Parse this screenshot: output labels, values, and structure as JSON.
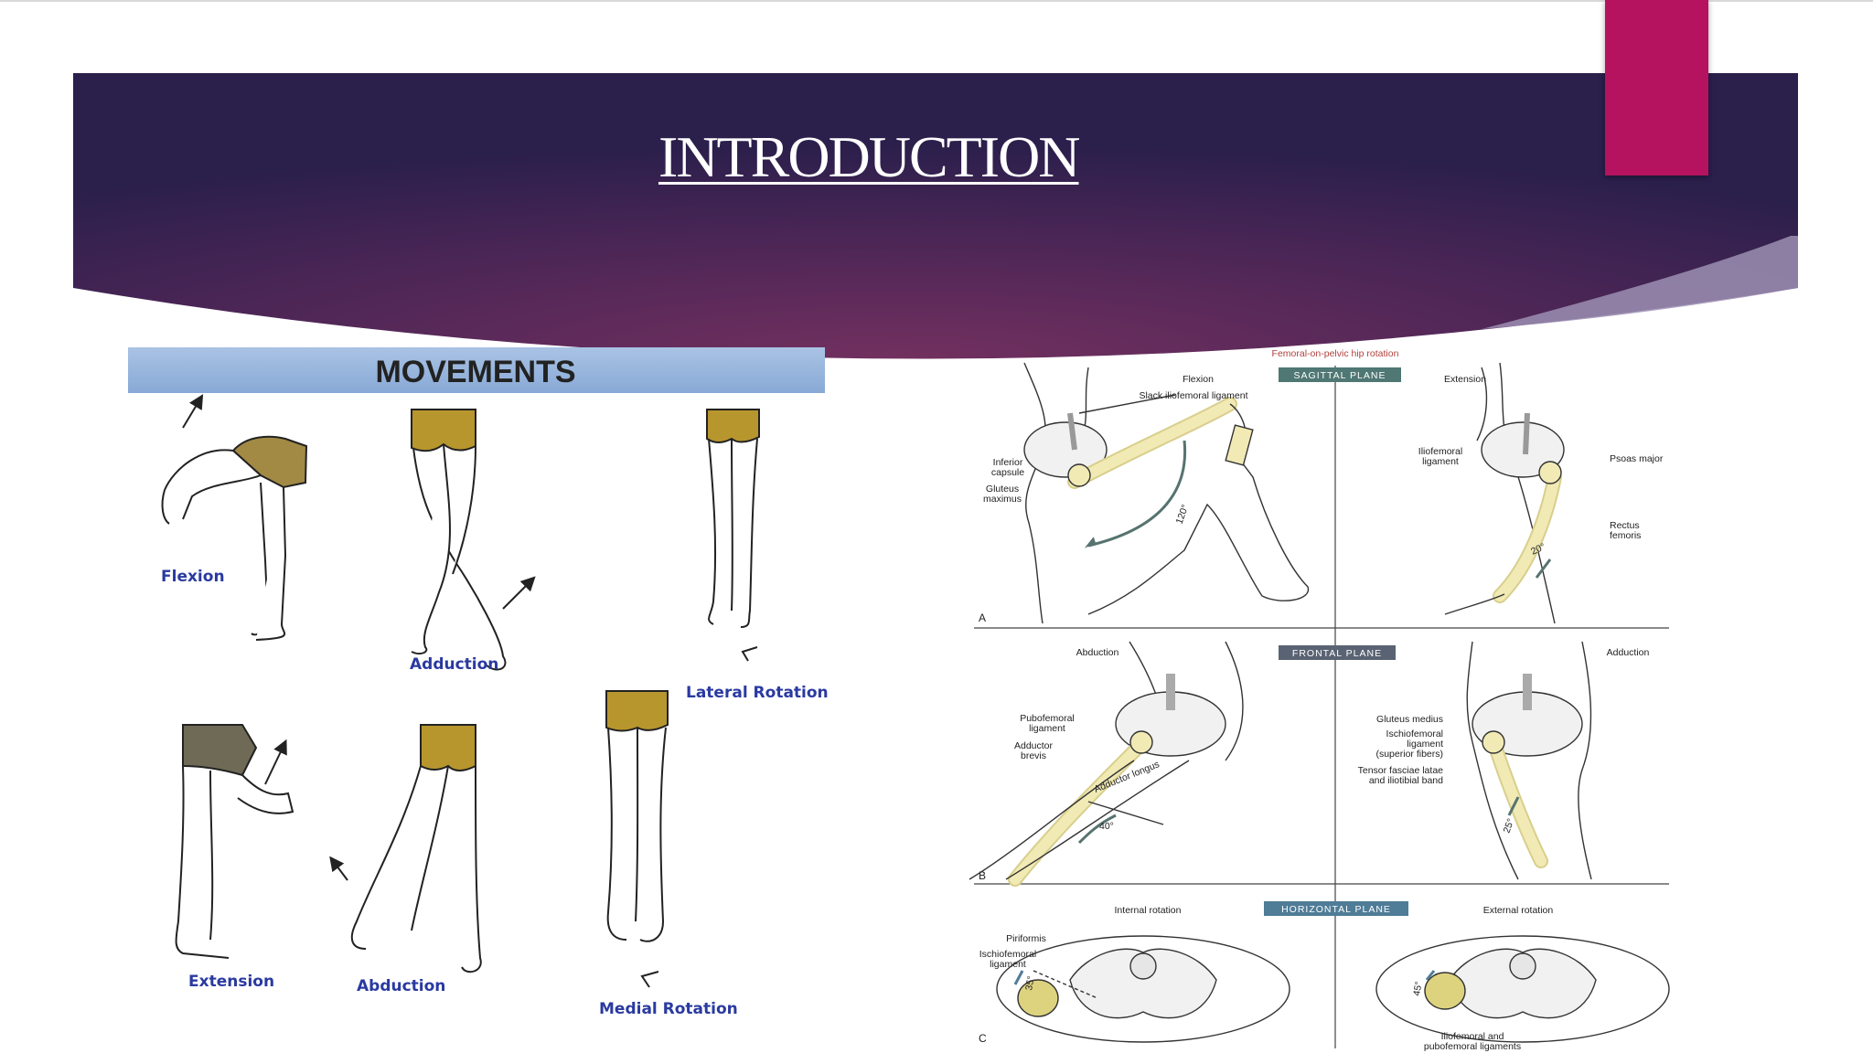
{
  "slide": {
    "title": "INTRODUCTION",
    "colors": {
      "banner_dark": "#2b1f4c",
      "banner_mid": "#6b2c63",
      "accent_tab": "#b5135f",
      "movement_label": "#2a3aa0",
      "bone": "#f1eab5",
      "shorts": "#b8962e"
    }
  },
  "movements_figure": {
    "header": "MOVEMENTS",
    "labels": {
      "flexion": "Flexion",
      "adduction": "Adduction",
      "lateral_rotation": "Lateral Rotation",
      "extension": "Extension",
      "abduction": "Abduction",
      "medial_rotation": "Medial Rotation"
    }
  },
  "hip_rotation_figure": {
    "title": "Femoral-on-pelvic hip rotation",
    "planes": {
      "sagittal": "SAGITTAL PLANE",
      "frontal": "FRONTAL PLANE",
      "horizontal": "HORIZONTAL PLANE"
    },
    "panel_letters": {
      "a": "A",
      "b": "B",
      "c": "C"
    },
    "sagittal": {
      "left_heading": "Flexion",
      "right_heading": "Extension",
      "slack_iliofemoral": "Slack iliofemoral ligament",
      "inferior_capsule_1": "Inferior",
      "inferior_capsule_2": "capsule",
      "gluteus_maximus_1": "Gluteus",
      "gluteus_maximus_2": "maximus",
      "iliofemoral_1": "Iliofemoral",
      "iliofemoral_2": "ligament",
      "psoas_major": "Psoas major",
      "rectus_femoris_1": "Rectus",
      "rectus_femoris_2": "femoris",
      "angle_flexion": "120°",
      "angle_extension": "20°"
    },
    "frontal": {
      "left_heading": "Abduction",
      "right_heading": "Adduction",
      "pubofemoral_1": "Pubofemoral",
      "pubofemoral_2": "ligament",
      "adductor_brevis_1": "Adductor",
      "adductor_brevis_2": "brevis",
      "adductor_longus": "Adductor longus",
      "gluteus_medius": "Gluteus medius",
      "ischiofemoral_1": "Ischiofemoral",
      "ischiofemoral_2": "ligament",
      "ischiofemoral_3": "(superior fibers)",
      "tensor_1": "Tensor fasciae latae",
      "tensor_2": "and iliotibial band",
      "angle_abduction": "40°",
      "angle_adduction": "25°"
    },
    "horizontal": {
      "left_heading": "Internal rotation",
      "right_heading": "External rotation",
      "piriformis": "Piriformis",
      "ischiofemoral_1": "Ischiofemoral",
      "ischiofemoral_2": "ligament",
      "iliofemoral_pubofemoral_1": "Iliofemoral and",
      "iliofemoral_pubofemoral_2": "pubofemoral ligaments",
      "angle_internal": "35°",
      "angle_external": "45°"
    }
  }
}
